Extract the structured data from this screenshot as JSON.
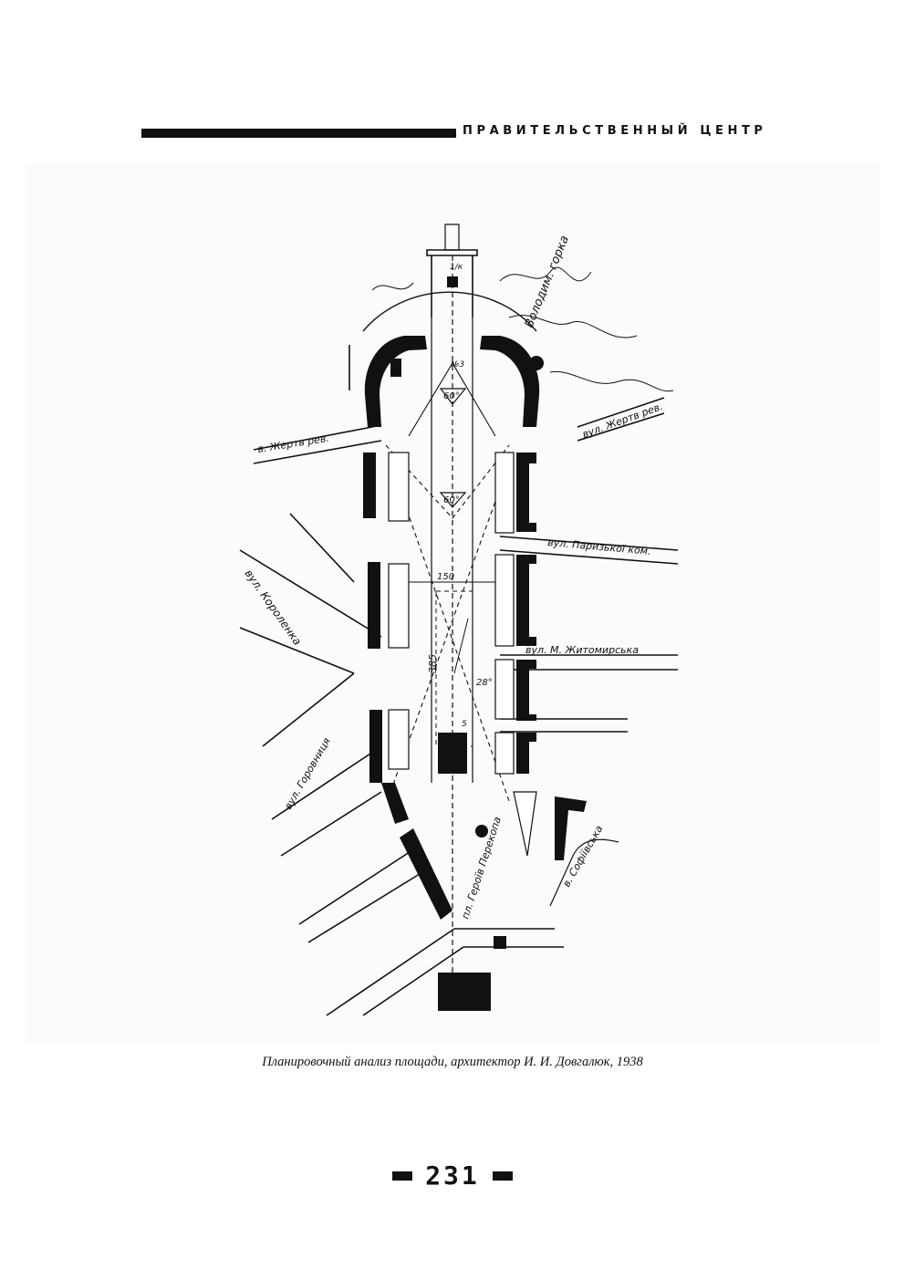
{
  "header": {
    "title": "ПРАВИТЕЛЬСТВЕННЫЙ ЦЕНТР"
  },
  "plan": {
    "labels": {
      "volodym_gorka": "Володим. горка",
      "zhertv_rev_left": "в. Жертв рев.",
      "zhertv_rev_right": "вул. Жертв рев.",
      "parizhskoi_kom": "вул. Паризької ком.",
      "korolenka": "вул. Короленка",
      "zhytomyrska": "вул. М. Житомирська",
      "gorovnytsya": "вул. Горовниця",
      "sofiivska": "в. Софіївська",
      "pl_geroiv": "пл. Героїв Перекопа",
      "angle_top": "60°",
      "angle_mid": "60°",
      "angle_low": "28°",
      "dim_150": "150",
      "dim_385": "385",
      "mark_top": "1/к",
      "mark_n3": "№3",
      "mark_5": "5"
    }
  },
  "caption": "Планировочный анализ площади, архитектор И. И. Довгалюк, 1938",
  "page_number": "231"
}
